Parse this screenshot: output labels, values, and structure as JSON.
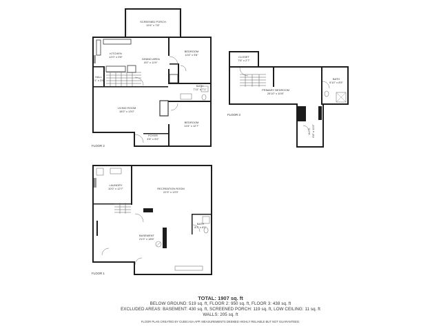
{
  "floors": {
    "floor1": {
      "label": "FLOOR 1"
    },
    "floor2": {
      "label": "FLOOR 2"
    },
    "floor3": {
      "label": "FLOOR 3"
    }
  },
  "rooms": {
    "screened_porch": {
      "name": "SCREENED PORCH",
      "dims": "19'4\" x 7'8\""
    },
    "kitchen": {
      "name": "KITCHEN",
      "dims": "12'0\" x 9'8\""
    },
    "dining_area": {
      "name": "DINING AREA",
      "dims": "8'0\" x 11'9\""
    },
    "bedroom_top": {
      "name": "BEDROOM",
      "dims": "11'6\" x 9'8\""
    },
    "hall": {
      "name": "HALL",
      "dims": "6'1\" x 3'9\""
    },
    "bath_floor2": {
      "name": "BATH",
      "dims": "7'11\" x 7'1\""
    },
    "living_room": {
      "name": "LIVING ROOM",
      "dims": "18'0\" x 13'0\""
    },
    "bedroom_bottom": {
      "name": "BEDROOM",
      "dims": "11'6\" x 12'7\""
    },
    "foyer": {
      "name": "FOYER",
      "dims": "4'8\" x 5'0\""
    },
    "closet": {
      "name": "CLOSET",
      "dims": "7'6\" x 2'7\""
    },
    "primary_bedroom": {
      "name": "PRIMARY BEDROOM",
      "dims": "25'10\" x 10'8\""
    },
    "bath_floor3": {
      "name": "BATH",
      "dims": "6'10\" x 8'5\""
    },
    "wic": {
      "name": "W.I.C.",
      "dims": "6'8\" x 11'3\""
    },
    "laundry": {
      "name": "LAUNDRY",
      "dims": "10'0\" x 12'7\""
    },
    "recreation_room": {
      "name": "RECREATION ROOM",
      "dims": "22'3\" x 13'3\""
    },
    "bath_floor1": {
      "name": "BATH",
      "dims": "8'1\" x 8'0\""
    },
    "basement": {
      "name": "BASEMENT",
      "dims": "21'0\" x 18'6\""
    }
  },
  "summary": {
    "total": "TOTAL: 1907 sq. ft",
    "line1": "BELOW GROUND: 519 sq. ft, FLOOR 2: 950 sq. ft, FLOOR 3: 438 sq. ft",
    "line2": "EXCLUDED AREAS: BASEMENT: 430 sq. ft, SCREENED PORCH: 119 sq. ft, LOW CEILING: 11 sq. ft",
    "line3": "WALLS: 205 sq. ft",
    "footer": "FLOOR PLAN CREATED BY CUBICASA APP. MEASUREMENTS DEEMED HIGHLY RELIABLE BUT NOT GUARANTEED."
  },
  "colors": {
    "wall": "#1c1c1c",
    "stair_line": "#555555",
    "fixture_line": "#777777"
  }
}
